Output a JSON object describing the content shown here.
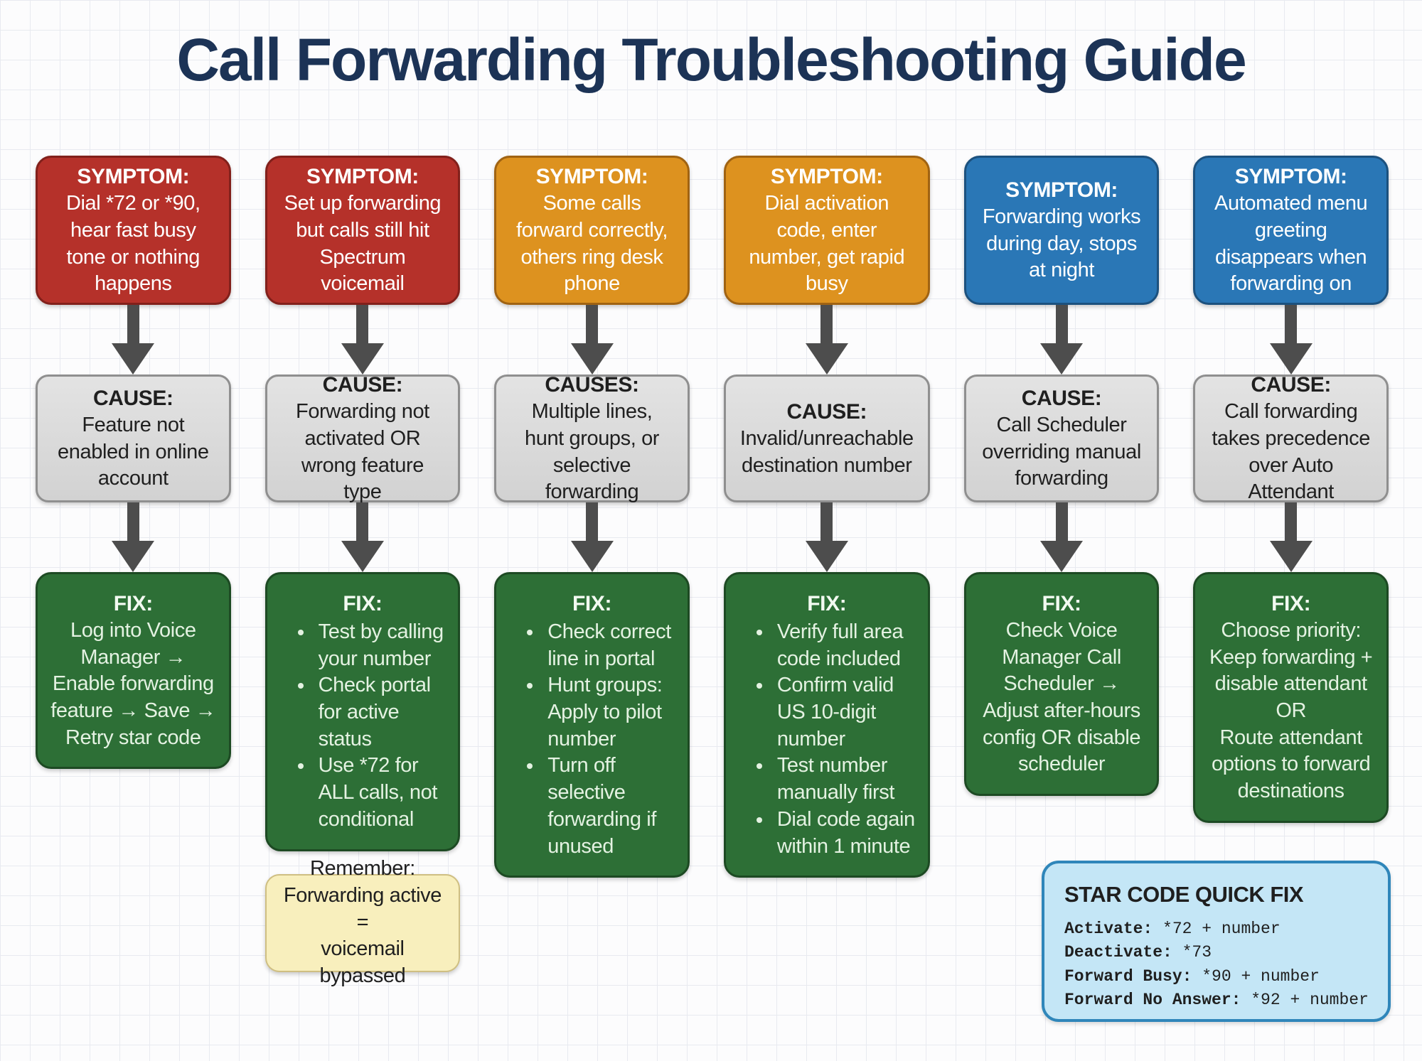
{
  "title": "Call Forwarding Troubleshooting Guide",
  "columns": [
    {
      "symptom_label": "SYMPTOM:",
      "symptom": "Dial *72 or *90, hear fast busy tone or nothing happens",
      "cause_label": "CAUSE:",
      "cause": "Feature not enabled in online account",
      "fix_label": "FIX:",
      "fix_text": "Log into Voice Manager → Enable forwarding feature → Save → Retry star code"
    },
    {
      "symptom_label": "SYMPTOM:",
      "symptom": "Set up forwarding but calls still hit Spectrum voicemail",
      "cause_label": "CAUSE:",
      "cause": "Forwarding not activated OR wrong feature type",
      "fix_label": "FIX:",
      "fix_items": [
        "Test by calling your number",
        "Check portal for active status",
        "Use *72 for ALL calls, not conditional"
      ]
    },
    {
      "symptom_label": "SYMPTOM:",
      "symptom": "Some calls forward correctly, others ring desk phone",
      "cause_label": "CAUSES:",
      "cause": "Multiple lines, hunt groups, or selective forwarding",
      "fix_label": "FIX:",
      "fix_items": [
        "Check correct line in portal",
        "Hunt groups: Apply to pilot number",
        "Turn off selective forwarding if unused"
      ]
    },
    {
      "symptom_label": "SYMPTOM:",
      "symptom": "Dial activation code, enter number, get rapid busy",
      "cause_label": "CAUSE:",
      "cause": "Invalid/unreachable destination number",
      "fix_label": "FIX:",
      "fix_items": [
        "Verify full area code included",
        "Confirm valid US 10-digit number",
        "Test number manually first",
        "Dial code again within 1 minute"
      ]
    },
    {
      "symptom_label": "SYMPTOM:",
      "symptom": "Forwarding works during day, stops at night",
      "cause_label": "CAUSE:",
      "cause": "Call Scheduler overriding manual forwarding",
      "fix_label": "FIX:",
      "fix_text": "Check Voice Manager Call Scheduler → Adjust after-hours config OR disable scheduler"
    },
    {
      "symptom_label": "SYMPTOM:",
      "symptom": "Automated menu greeting disappears when forwarding on",
      "cause_label": "CAUSE:",
      "cause": "Call forwarding takes precedence over Auto Attendant",
      "fix_label": "FIX:",
      "fix_text": "Choose priority: Keep forwarding + disable attendant\nOR\nRoute attendant options to forward destinations"
    }
  ],
  "note": {
    "text": "Remember:\nForwarding active =\nvoicemail bypassed"
  },
  "star_codes": {
    "title": "STAR CODE QUICK FIX",
    "rows": [
      {
        "label": "Activate:",
        "code": " *72 + number"
      },
      {
        "label": "Deactivate:",
        "code": " *73"
      },
      {
        "label": "Forward Busy:",
        "code": " *90 + number"
      },
      {
        "label": "Forward No Answer:",
        "code": " *92 + number"
      }
    ]
  },
  "colors": {
    "red": "#b5312a",
    "red_border": "#82201b",
    "orange": "#dd921f",
    "orange_border": "#a06312",
    "blue": "#2a77b6",
    "blue_border": "#1c517e",
    "gray_border": "#8f8f8f",
    "green": "#2d6f36",
    "green_border": "#1d4a23",
    "yellow": "#f8efbd",
    "yellow_border": "#cfbf82",
    "lightblue": "#c4e6f6",
    "lightblue_border": "#2f86ba",
    "arrow": "#4d4d4d",
    "title_text": "#1c3356",
    "dark_text": "#1f1f1f",
    "light_text": "#ffffff",
    "fix_text": "#e4f2e2",
    "fix_title_text": "#f2faf1"
  }
}
